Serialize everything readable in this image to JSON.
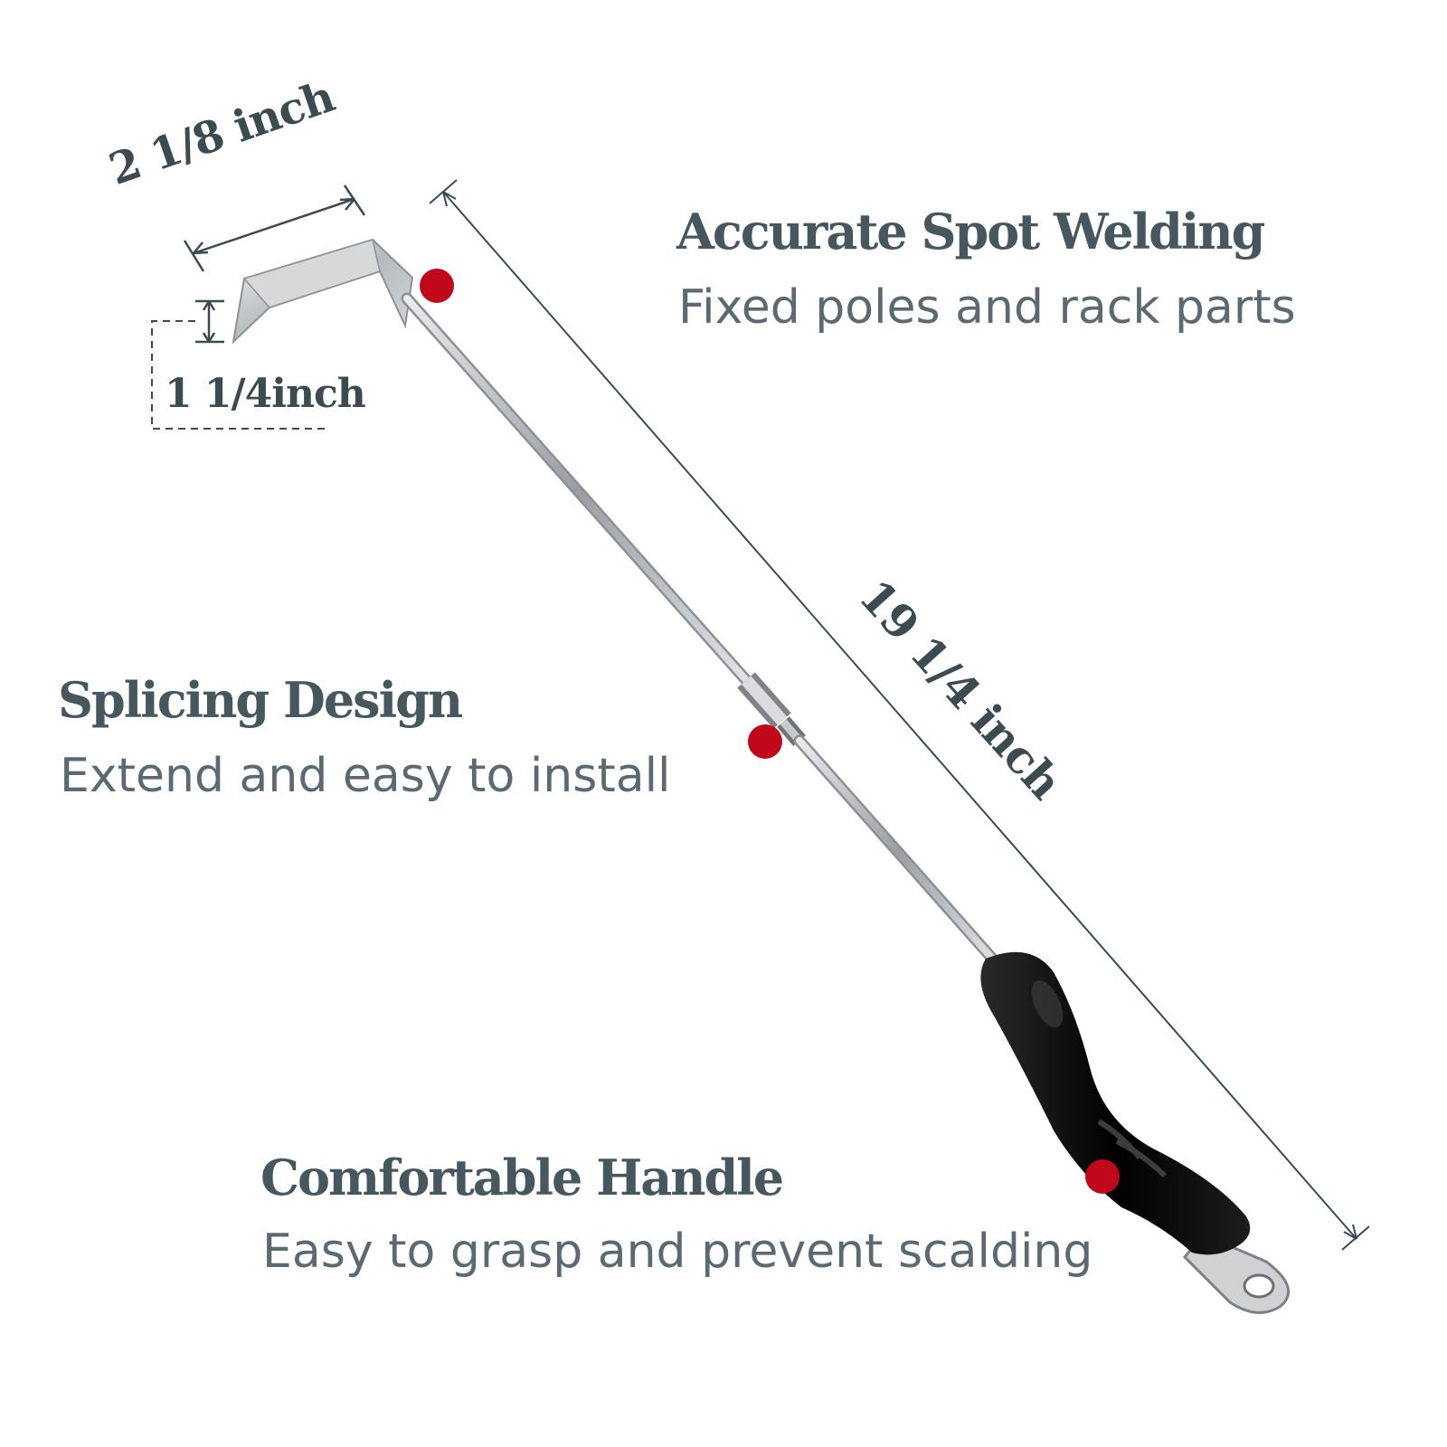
{
  "colors": {
    "title": "#46585e",
    "description": "#5a6a70",
    "dimension": "#3b4b50",
    "marker": "#c0081a",
    "handle": "#111111",
    "metal": "#b9bcbf"
  },
  "dimensions": {
    "hook_length": "2 1/8 inch",
    "hook_height": "1 1/4inch",
    "total_length": "19 1/4 inch"
  },
  "features": [
    {
      "title": "Accurate Spot Welding",
      "description": "Fixed poles and rack parts"
    },
    {
      "title": "Splicing Design",
      "description": "Extend and easy to install"
    },
    {
      "title": "Comfortable Handle",
      "description": "Easy to grasp and prevent scalding"
    }
  ],
  "icons": [
    "marker-dot",
    "dimension-arrow"
  ]
}
